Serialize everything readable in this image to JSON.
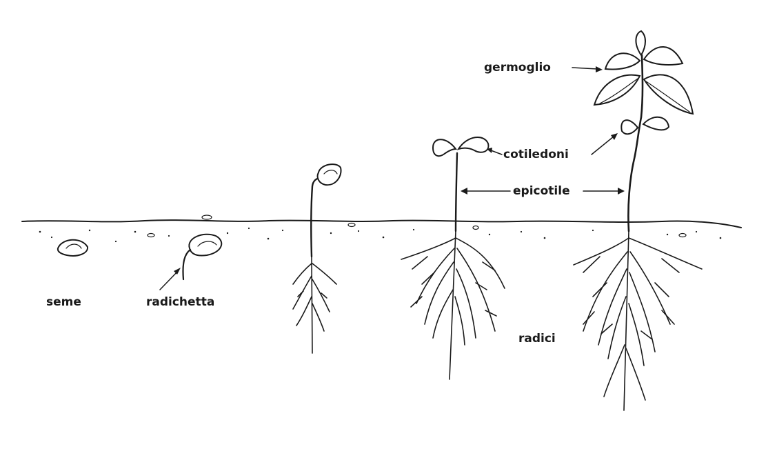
{
  "labels": {
    "seme": "seme",
    "radichetta": "radichetta",
    "germoglio": "germoglio",
    "cotiledoni": "cotiledoni",
    "epicotile": "epicotile",
    "radici": "radici"
  },
  "colors": {
    "ink": "#1a1a1a",
    "paper": "#ffffff"
  }
}
